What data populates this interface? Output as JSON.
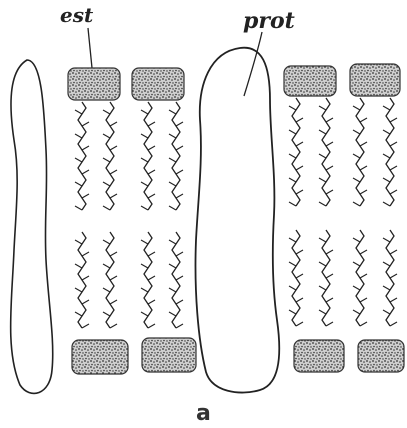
{
  "labels": {
    "est": "est",
    "prot": "prot",
    "caption": "a"
  },
  "colors": {
    "ink": "#222222",
    "stipple": "#3a3a3a",
    "background": "#ffffff"
  },
  "icons": {
    "head_group": "stippled-polar-head",
    "tail": "zigzag-hydrocarbon-chain",
    "protein": "protein-outline"
  }
}
